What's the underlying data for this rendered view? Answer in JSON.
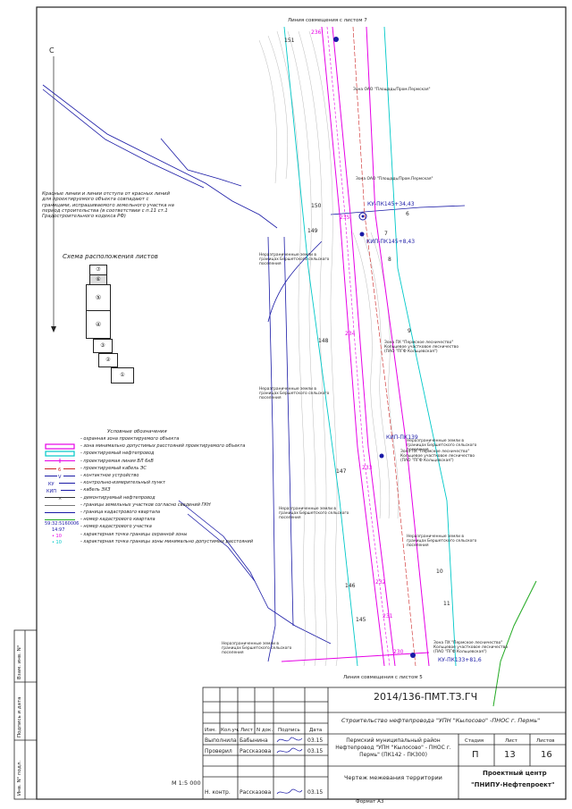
{
  "map": {
    "top_label": "Линия совмещения с листом 7",
    "bottom_label": "Линия совмещения с листом 5",
    "north": "С",
    "scale": "М 1:5 000",
    "format": "Формат А3",
    "pk_labels": [
      "КУ-ПК145+34,43",
      "КИП-ПК145+8,43",
      "КИП-ПК139",
      "КУ-ПК133+81,6"
    ],
    "quarters": [
      "151",
      "150",
      "149",
      "148",
      "147",
      "146",
      "145"
    ],
    "section_numbers": [
      "236",
      "235",
      "234",
      "233",
      "232",
      "231",
      "230"
    ],
    "boundary_numbers": [
      "6",
      "7",
      "8",
      "9",
      "10",
      "11"
    ],
    "zone_labels": [
      "Зона ОАО \"Площадь/Пром.Пермская\"",
      "Зона ОАО \"Площадь/Пром.Пермская\"",
      "Зона ПХ \"Пермское лесничество\" Кольцевое участковое лесничество (ПАО \"ПГФ Кольцевская\")",
      "Зона ПХ \"Пермское лесничество\" Кольцевое участковое лесничество (ПАО \"ПГФ Кольцевская\")",
      "Зона ПХ \"Пермское лесничество\" Кольцевое участковое лесничество (ПАО \"ПГФ Кольцевская\")"
    ],
    "side_notes": [
      "Неразграниченные земли в границах Бершетского сельского поселения",
      "Неразграниченные земли в границах Бершетского сельского поселения",
      "Неразграниченные земли в границах Бершетского сельского поселения",
      "Неразграниченные земли в границах Бершетского сельского поселения",
      "Неразграниченные земли в границах Бершетского сельского поселения",
      "Неразграниченные земли в границах Бершетского сельского поселения"
    ]
  },
  "note": "Красные линии и линии отступа от красных линий для проектируемого объекта совпадают с границами, испрашиваемого земельного участка на период строительства (в соответствии с п.11 ст.1 Градостроительного кодекса РФ)",
  "scheme": {
    "title": "Схема расположения листов",
    "sheets": [
      "⑦",
      "⑥",
      "⑤",
      "④",
      "③",
      "②",
      "①"
    ]
  },
  "legend": {
    "title": "Условные обозначения",
    "items": [
      {
        "label": "- охранная зона проектируемого объекта",
        "sym": "Fm",
        "color": "#e600e6"
      },
      {
        "label": "- зона минимально допустимых расстояний проектируемого объекта",
        "sym": "Fc",
        "color": "#00c8c8"
      },
      {
        "label": "- проектируемый нефтепровод",
        "sym": "ticks",
        "color": "#e600e6"
      },
      {
        "label": "- проектируемая линия ВЛ 6кВ",
        "sym": "six",
        "color": "#cc2222"
      },
      {
        "label": "- проектируемый кабель ЭС",
        "sym": "V",
        "color": "#1a1aa6"
      },
      {
        "label": "- контактное устройство",
        "sym": "KU",
        "color": "#1a1aa6"
      },
      {
        "label": "- контрольно-измерительный пункт",
        "sym": "KIP",
        "color": "#1a1aa6"
      },
      {
        "label": "- кабель ЭХЗ",
        "sym": "X",
        "color": "#333"
      },
      {
        "label": "- демонтируемый нефтепровод",
        "sym": "line",
        "color": "#777"
      },
      {
        "label": "- границы земельных участков согласно сведений ГКН",
        "sym": "line",
        "color": "#1a1aa6"
      },
      {
        "label": "- граница кадастрового квартала",
        "sym": "line",
        "color": "#22aa22"
      },
      {
        "label": "- номер кадастрового квартала",
        "sym": "text",
        "color": "#1a1aa6"
      },
      {
        "label": "- номер кадастрового участка",
        "sym": "text2",
        "color": "#1a1aa6"
      },
      {
        "label": "- характерная точка границы охранной зоны",
        "sym": "pm",
        "color": "#e600e6"
      },
      {
        "label": "- характерная точка границы зоны минимально допустимых расстояний",
        "sym": "pc",
        "color": "#00c8c8"
      }
    ],
    "codes": [
      "59:32:5160006",
      "14:97",
      "• 10",
      "• 10"
    ]
  },
  "title_block": {
    "doc_code": "2014/136-ПМТ.ТЗ.ГЧ",
    "project": "Строительство нефтепровода \"УПН \"Кылосово\" -ПНОС г. Пермь\"",
    "headers": [
      "Изм.",
      "Кол.уч.",
      "Лист",
      "N док.",
      "Подпись",
      "Дата"
    ],
    "rows": [
      {
        "role": "Выполнила",
        "name": "Бабынина",
        "date": "03.15"
      },
      {
        "role": "Проверил",
        "name": "Рассказова",
        "date": "03.15"
      },
      {
        "role": "Н. контр.",
        "name": "Рассказова",
        "date": "03.15"
      }
    ],
    "object": "Пермский муниципальный район Нефтепровод \"УПН \"Кылосово\" - ПНОС г. Пермь\" (ПК142 - ПК300)",
    "sheet_title": "Чертеж межевания территории",
    "stage_label": "Стадия",
    "sheet_label": "Лист",
    "sheets_label": "Листов",
    "stage": "П",
    "sheet": "13",
    "sheets": "16",
    "org_1": "Проектный центр",
    "org_2": "\"ПНИПУ-Нефтепроект\""
  },
  "side_stamp": [
    "Взам. инв. N°",
    "Подпись и дата",
    "Инв. N° подл."
  ]
}
